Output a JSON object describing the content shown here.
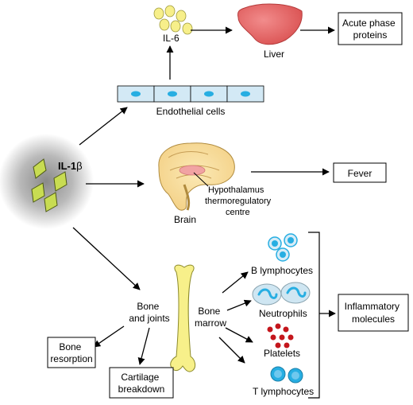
{
  "center": {
    "label_prefix": "IL-1",
    "label_suffix": "β"
  },
  "top_path": {
    "il6_label": "IL-6",
    "liver_label": "Liver",
    "endothelial_label": "Endothelial cells",
    "acute_box": [
      "Acute phase",
      "proteins"
    ]
  },
  "middle_path": {
    "brain_label": "Brain",
    "hypothalamus_label": [
      "Hypothalamus",
      "thermoregulatory",
      "centre"
    ],
    "fever_box": "Fever"
  },
  "bottom_path": {
    "bone_joints_label": [
      "Bone",
      "and joints"
    ],
    "bone_marrow_label": [
      "Bone",
      "marrow"
    ],
    "bone_resorption_box": [
      "Bone",
      "resorption"
    ],
    "cartilage_box": [
      "Cartilage",
      "breakdown"
    ],
    "b_lymph_label": "B lymphocytes",
    "neutrophils_label": "Neutrophils",
    "platelets_label": "Platelets",
    "t_lymph_label": "T lymphocytes",
    "inflammatory_box": [
      "Inflammatory",
      "molecules"
    ]
  },
  "colors": {
    "il1b_crystal": "#c8dc52",
    "il6_cell": "#f7ef8a",
    "liver": "#e86b6b",
    "endothelial_fill": "#d3e9f5",
    "endothelial_nucleus": "#27aee2",
    "bone": "#f7f08a",
    "neutrophil": "#cfe6f2",
    "neutrophil_nucleus": "#27aee2",
    "platelet": "#c4161c",
    "lymphocyte": "#27aee2"
  }
}
